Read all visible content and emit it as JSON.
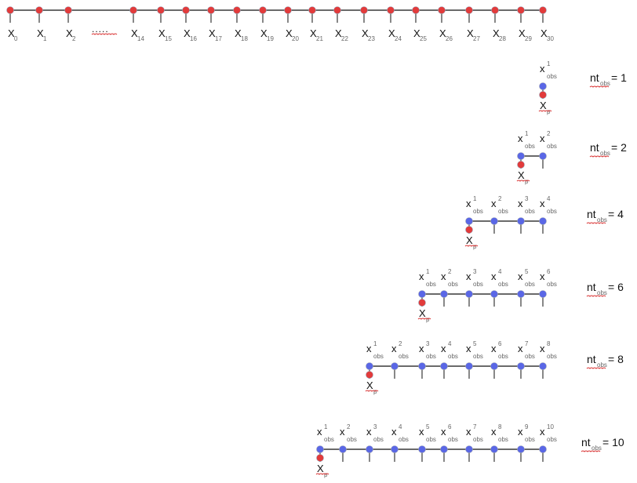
{
  "colors": {
    "line": "#111111",
    "tick": "#111111",
    "red_node": "#e23b3b",
    "blue_node": "#5a67e6",
    "node_edge": "#9aa0b4",
    "squiggle": "#d93636"
  },
  "top_row": {
    "symbol": "X",
    "indices": [
      "0",
      "1",
      "2",
      "14",
      "15",
      "16",
      "17",
      "18",
      "19",
      "20",
      "21",
      "22",
      "23",
      "24",
      "25",
      "26",
      "27",
      "28",
      "29",
      "30"
    ],
    "ellipsis": "....."
  },
  "rows": [
    {
      "nt_label": "nt",
      "nt_sub": "obs",
      "nt_eq": "= 1",
      "n": 1,
      "obs_symbol": "x",
      "obs_sub": "obs",
      "obs_sups": [
        "1"
      ],
      "pred_symbol": "X",
      "pred_sub": "p"
    },
    {
      "nt_label": "nt",
      "nt_sub": "obs",
      "nt_eq": "= 2",
      "n": 2,
      "obs_symbol": "x",
      "obs_sub": "obs",
      "obs_sups": [
        "1",
        "2"
      ],
      "pred_symbol": "X",
      "pred_sub": "p"
    },
    {
      "nt_label": "nt",
      "nt_sub": "obs",
      "nt_eq": "= 4",
      "n": 4,
      "obs_symbol": "x",
      "obs_sub": "obs",
      "obs_sups": [
        "1",
        "2",
        "3",
        "4"
      ],
      "pred_symbol": "X",
      "pred_sub": "p"
    },
    {
      "nt_label": "nt",
      "nt_sub": "obs",
      "nt_eq": "= 6",
      "n": 6,
      "obs_symbol": "x",
      "obs_sub": "obs",
      "obs_sups": [
        "1",
        "2",
        "3",
        "4",
        "5",
        "6"
      ],
      "pred_symbol": "X",
      "pred_sub": "p"
    },
    {
      "nt_label": "nt",
      "nt_sub": "obs",
      "nt_eq": "= 8",
      "n": 8,
      "obs_symbol": "x",
      "obs_sub": "obs",
      "obs_sups": [
        "1",
        "2",
        "3",
        "4",
        "5",
        "6",
        "7",
        "8"
      ],
      "pred_symbol": "X",
      "pred_sub": "p"
    },
    {
      "nt_label": "nt",
      "nt_sub": "obs",
      "nt_eq": "= 10",
      "n": 10,
      "obs_symbol": "x",
      "obs_sub": "obs",
      "obs_sups": [
        "1",
        "2",
        "3",
        "4",
        "5",
        "6",
        "7",
        "8",
        "9",
        "10"
      ],
      "pred_symbol": "X",
      "pred_sub": "p"
    }
  ]
}
